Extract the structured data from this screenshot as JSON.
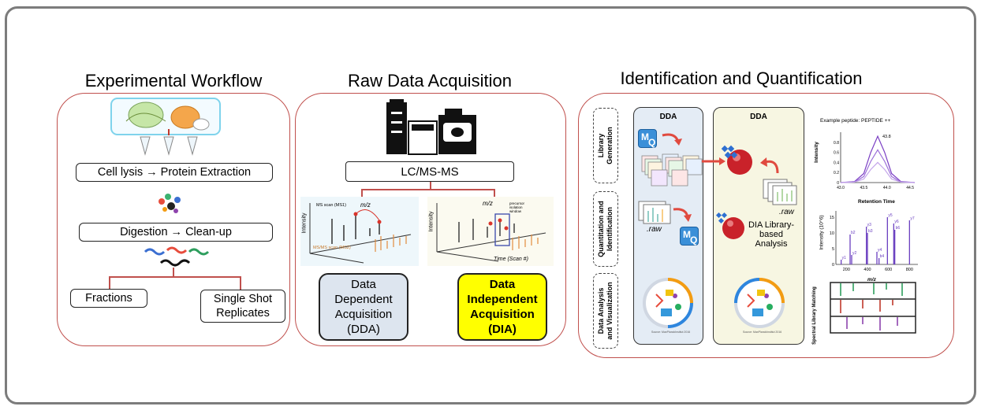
{
  "panels": {
    "workflow": {
      "title": "Experimental Workflow",
      "step1": "Cell lysis → Protein Extraction",
      "step2": "Digestion → Clean-up",
      "branch_left": "Fractions",
      "branch_right_line1": "Single Shot",
      "branch_right_line2": "Replicates"
    },
    "acquisition": {
      "title": "Raw Data Acquisition",
      "instrument_box": "LC/MS-MS",
      "dda_plot": {
        "y_label": "Intensity",
        "mz_label": "m/z",
        "ms1_label": "MS scan (MS1)",
        "ms2_label": "MS/MS scan (MS2)"
      },
      "dia_plot": {
        "y_label": "Intensity",
        "mz_label": "m/z",
        "window_label": "precursor isolation window",
        "x_label": "Time (Scan #)"
      },
      "dda_box": {
        "line1": "Data",
        "line2": "Dependent",
        "line3": "Acquisition",
        "line4": "(DDA)"
      },
      "dia_box": {
        "line1": "Data",
        "line2": "Independent",
        "line3": "Acquisition",
        "line4": "(DIA)"
      },
      "dia_box_color": "#ffff00",
      "dda_box_color": "#dde5ef"
    },
    "identification": {
      "title": "Identification and Quantification",
      "row_labels": [
        {
          "line1": "Library",
          "line2": "Generation"
        },
        {
          "line1": "Quantitation and",
          "line2": "Identification"
        },
        {
          "line1": "Data Analysis",
          "line2": "and Visualization"
        }
      ],
      "col1_title": "DDA",
      "col2_title": "DDA",
      "raw_label_1": ".raw",
      "raw_label_2": ".raw",
      "mq_icon_text_m": "M",
      "mq_icon_text_q": "Q",
      "dia_analysis_line1": "DIA Library-",
      "dia_analysis_line2": "based",
      "dia_analysis_line3": "Analysis",
      "source_caption": "Source: MaxPlanckInstitut 2016",
      "xic_chart": {
        "title": "Example peptide: PEPTIDE ++",
        "peak_label": "43.8",
        "ylabel": "Intensity",
        "xlabel": "Retention Time",
        "x_ticks": [
          "43.0",
          "43.5",
          "44.0",
          "44.5"
        ],
        "y_ticks": [
          "0",
          "0.2",
          "0.4",
          "0.6",
          "0.8"
        ]
      },
      "spectrum_chart": {
        "ylabel": "Intensity (10^6)",
        "xlabel": "m/z",
        "x_ticks": [
          "200",
          "400",
          "600",
          "800"
        ],
        "y_ticks": [
          "0",
          "5",
          "10",
          "15"
        ],
        "ion_labels": [
          "y1",
          "b2",
          "y2",
          "y3",
          "b3",
          "y4",
          "b4",
          "y5",
          "y6",
          "b6",
          "y7"
        ]
      },
      "spectral_match_label": "Spectral Library Matching"
    }
  },
  "colors": {
    "panel_border": "#c0504d",
    "frame_border": "#7c7c7c",
    "accent_blue": "#1f6fbf",
    "purple": "#7b3fc4",
    "green": "#2e9e5e",
    "red": "#c0392b"
  },
  "chart_data": [
    {
      "type": "line",
      "title": "Example peptide: PEPTIDE ++",
      "xlabel": "Retention Time",
      "ylabel": "Intensity",
      "xlim": [
        43.0,
        44.6
      ],
      "ylim": [
        0,
        1.0
      ],
      "x": [
        43.0,
        43.3,
        43.5,
        43.65,
        43.8,
        43.95,
        44.1,
        44.3,
        44.6
      ],
      "series": [
        {
          "values": [
            0.0,
            0.02,
            0.18,
            0.6,
            0.92,
            0.6,
            0.18,
            0.02,
            0.0
          ]
        },
        {
          "values": [
            0.0,
            0.01,
            0.12,
            0.42,
            0.65,
            0.42,
            0.12,
            0.01,
            0.0
          ]
        },
        {
          "values": [
            0.0,
            0.01,
            0.07,
            0.26,
            0.4,
            0.26,
            0.07,
            0.01,
            0.0
          ]
        }
      ]
    },
    {
      "type": "bar",
      "xlabel": "m/z",
      "ylabel": "Intensity (10^6)",
      "xlim": [
        100,
        880
      ],
      "ylim": [
        0,
        17
      ],
      "x": [
        150,
        235,
        250,
        390,
        400,
        490,
        510,
        590,
        650,
        660,
        800
      ],
      "values": [
        1.5,
        9.5,
        3.0,
        12.0,
        10.0,
        4.0,
        2.0,
        15.0,
        13.0,
        11.0,
        14.0
      ],
      "labels": [
        "y1",
        "b2",
        "y2",
        "y3",
        "b3",
        "y4",
        "b4",
        "y5",
        "y6",
        "b6",
        "y7"
      ]
    }
  ]
}
